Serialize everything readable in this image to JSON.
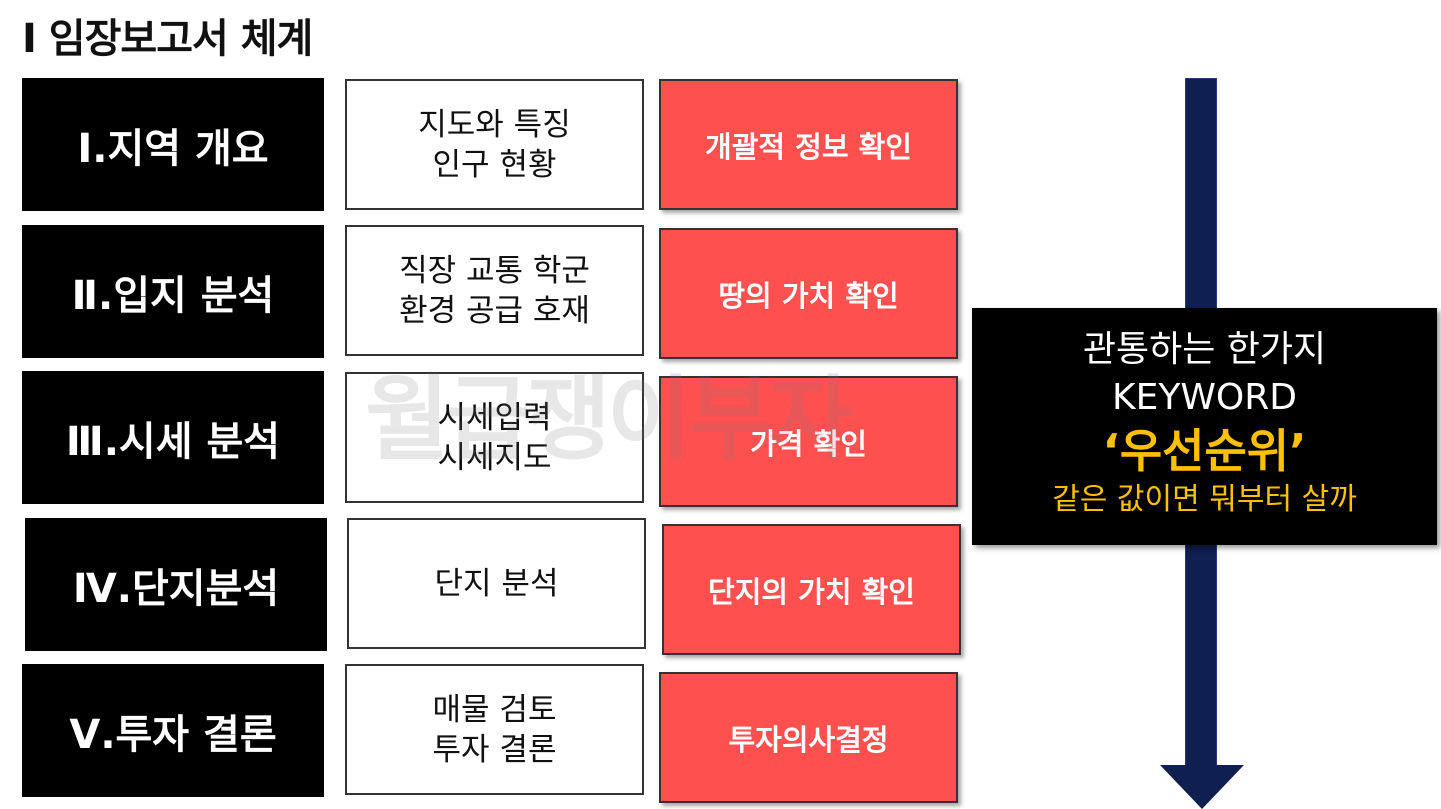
{
  "title": "I 임장보고서 체계",
  "rows": [
    {
      "section": "Ⅰ.지역 개요",
      "content": "지도와 특징\n인구 현황",
      "purpose": "개괄적 정보 확인"
    },
    {
      "section": "Ⅱ.입지 분석",
      "content": "직장 교통 학군\n환경 공급 호재",
      "purpose": "땅의 가치 확인"
    },
    {
      "section": "Ⅲ.시세 분석",
      "content": "시세입력\n시세지도",
      "purpose": "가격 확인"
    },
    {
      "section": "Ⅳ.단지분석",
      "content": "단지 분석",
      "purpose": "단지의 가치 확인"
    },
    {
      "section": "Ⅴ.투자 결론",
      "content": "매물 검토\n투자 결론",
      "purpose": "투자의사결정"
    }
  ],
  "keyword_box": {
    "line1": "관통하는 한가지",
    "line2": "KEYWORD",
    "line3": "‘우선순위’",
    "line4": "같은 값이면 뭐부터 살까"
  },
  "watermark": "월급쟁이부자",
  "colors": {
    "red": "#ff5050",
    "navy": "#0f1f4f",
    "yellow": "#ffc000"
  }
}
